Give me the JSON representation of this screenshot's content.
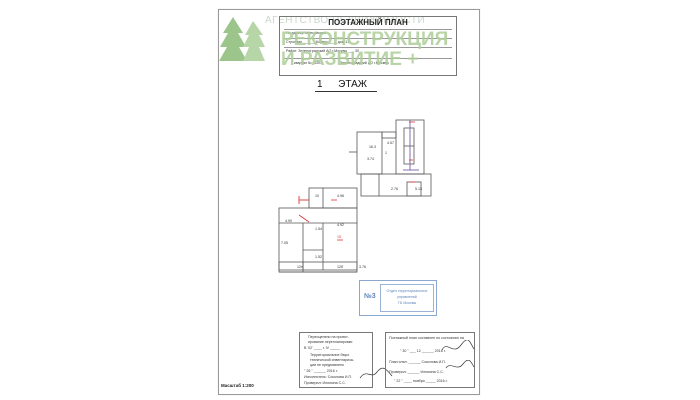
{
  "watermark": {
    "agency": "АГЕНТСТВО НЕДВИЖИМОСТИ",
    "line1": "РЕКОНСТРУКЦИЯ",
    "line2": "И РАЗВИТИЕ +"
  },
  "header": {
    "title": "ПОЭТАЖНЫЙ ПЛАН",
    "row1": "По адресу: Мельникова",
    "row2": "Строение ______ Корпус ____ дом 13",
    "row3": "Район: Зеленоградский АО г.Москвы ___ 30",
    "kvartal_label": "квартал №",
    "kvartal_value": "4301",
    "district": "Зеленоградский АО г.Москвы"
  },
  "floor_label": "1",
  "floor_word": "ЭТАЖ",
  "plan_labels": [
    {
      "id": "l1",
      "text": "16.3"
    },
    {
      "id": "l2",
      "text": "3.74"
    },
    {
      "id": "l3",
      "text": "4.57"
    },
    {
      "id": "l4",
      "text": "1"
    },
    {
      "id": "l5",
      "text": "2.76"
    },
    {
      "id": "l6",
      "text": "4.96"
    },
    {
      "id": "l7",
      "text": "10"
    },
    {
      "id": "l8",
      "text": "4.92"
    },
    {
      "id": "l9",
      "text": "4.90"
    },
    {
      "id": "l10",
      "text": "1.54"
    },
    {
      "id": "l11",
      "text": "15"
    },
    {
      "id": "l12",
      "text": "1.52"
    },
    {
      "id": "l13",
      "text": "7.05"
    },
    {
      "id": "l14",
      "text": "12н"
    },
    {
      "id": "l15",
      "text": "12б"
    },
    {
      "id": "l16",
      "text": "3.76"
    },
    {
      "id": "l17",
      "text": "5.13"
    }
  ],
  "stamp": {
    "number": "№3",
    "line1": "Отдел территориальных",
    "line2": "управлений",
    "line3": "ТБ Москвы"
  },
  "left_block": {
    "l1": "Переоценено на проект-",
    "l2": "ирование перепланировки",
    "l3": "В '02' ____ г. IV _____",
    "l4": "Территориальное бюро",
    "l5": "технической инвентариза-",
    "l6": "ции не предъявлено",
    "l7": "'' 26 '' ______ 2016 г.",
    "l8": "Исполнитель: Соколова И.П.",
    "l9": "Проверил: Илюхина С.С."
  },
  "right_block": {
    "l1": "Поэтажный план составлен по состоянию на",
    "l2": "'' 30 '' ___ 12 ______ 2016 г.",
    "l3": "План снял: ______ Соколова И.П.",
    "l4": "Проверил: ______ Илюхина С.С.",
    "l5": "'' 22 '' ____ ноября _____ 2016 г."
  },
  "scale": "Масштаб 1:200"
}
